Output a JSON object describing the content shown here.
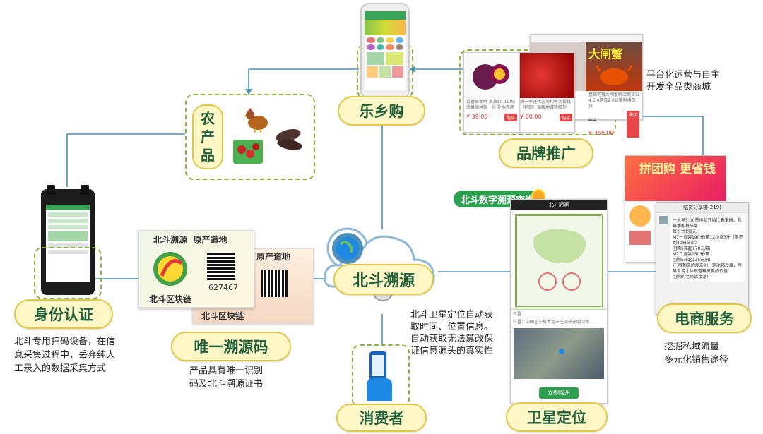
{
  "center": {
    "label": "北斗溯源"
  },
  "nodes": {
    "lexiang": {
      "label": "乐乡购"
    },
    "products": {
      "label": "农\n产\n品"
    },
    "brand": {
      "label": "品牌推广"
    },
    "identity": {
      "label": "身份认证"
    },
    "code": {
      "label": "唯一溯源码"
    },
    "consumer": {
      "label": "消费者"
    },
    "satellite": {
      "label": "卫星定位"
    },
    "ecommerce": {
      "label": "电商服务"
    }
  },
  "notes": {
    "brand": "平台化运营与自主\n开发全品类商城",
    "identity": "北斗专用扫码设备，在信\n息采集过程中，丢弃纯人\n工录入的数据采集方式",
    "code": "产品具有唯一识别\n码及北斗溯源证书",
    "satellite": "北斗卫星定位自动获\n取时间、位置信息。\n自动获取无法篡改保\n证信息源头的真实性",
    "ecommerce": "挖掘私域流量\n多元化销售途径"
  },
  "query_badge": "北斗数字溯源查询",
  "label_card": {
    "line1": "北斗溯源  原产道地",
    "line2": "北斗区块链",
    "serial": "627467",
    "back_line1": "原产道地",
    "back_line2": "北斗区块链"
  },
  "products_cards": [
    {
      "desc": "百香果新鲜 果黄80-100g 南果北种独一份 补水养颜",
      "price": "¥ 39.00",
      "btn": "购买"
    },
    {
      "desc": "第一件还代言商利率大樱桃（包邮）温暖地域粉红你",
      "price": "¥ 60.00",
      "btn": "购买"
    },
    {
      "desc": "盘锦河蟹大闸蟹鲜活现货公4.5 4两母2.0公蟹鲜活现货",
      "price": "¥ 358.00",
      "old_price": "800",
      "btn": "购买"
    }
  ],
  "banner_text": "大闸蟹",
  "groupbuy_text": "拼团购 更省钱",
  "chat": {
    "title": "吃货分享群(219)",
    "message": "一大早5:00基地就开始忙着采摘，蓝莓季即将结束\n每份计划8元\nM7一盒装190元/箱12小盒3斤（限不到40箱结束）\n团购5箱起170元/箱\nM7二盒装150元/箱\n团购5箱起135元/箱\n注:限到来的朋友们一定冰箱冷藏，尽早食用才体现蓝莓皮奥的价值\n团购的老师请接龙！"
  },
  "cert_screen": {
    "title": "北斗溯源",
    "loc_label": "位置",
    "loc_text": "位置：中国辽宁省大连市庄河市光明山镇……",
    "buy_btn": "立即购买"
  },
  "colors": {
    "line": "#4a90b8",
    "pill_bg": "#fff7c6",
    "pill_text": "#1f5f3c",
    "dashed": "#8ab43e",
    "accent_green": "#2e9e4f"
  }
}
